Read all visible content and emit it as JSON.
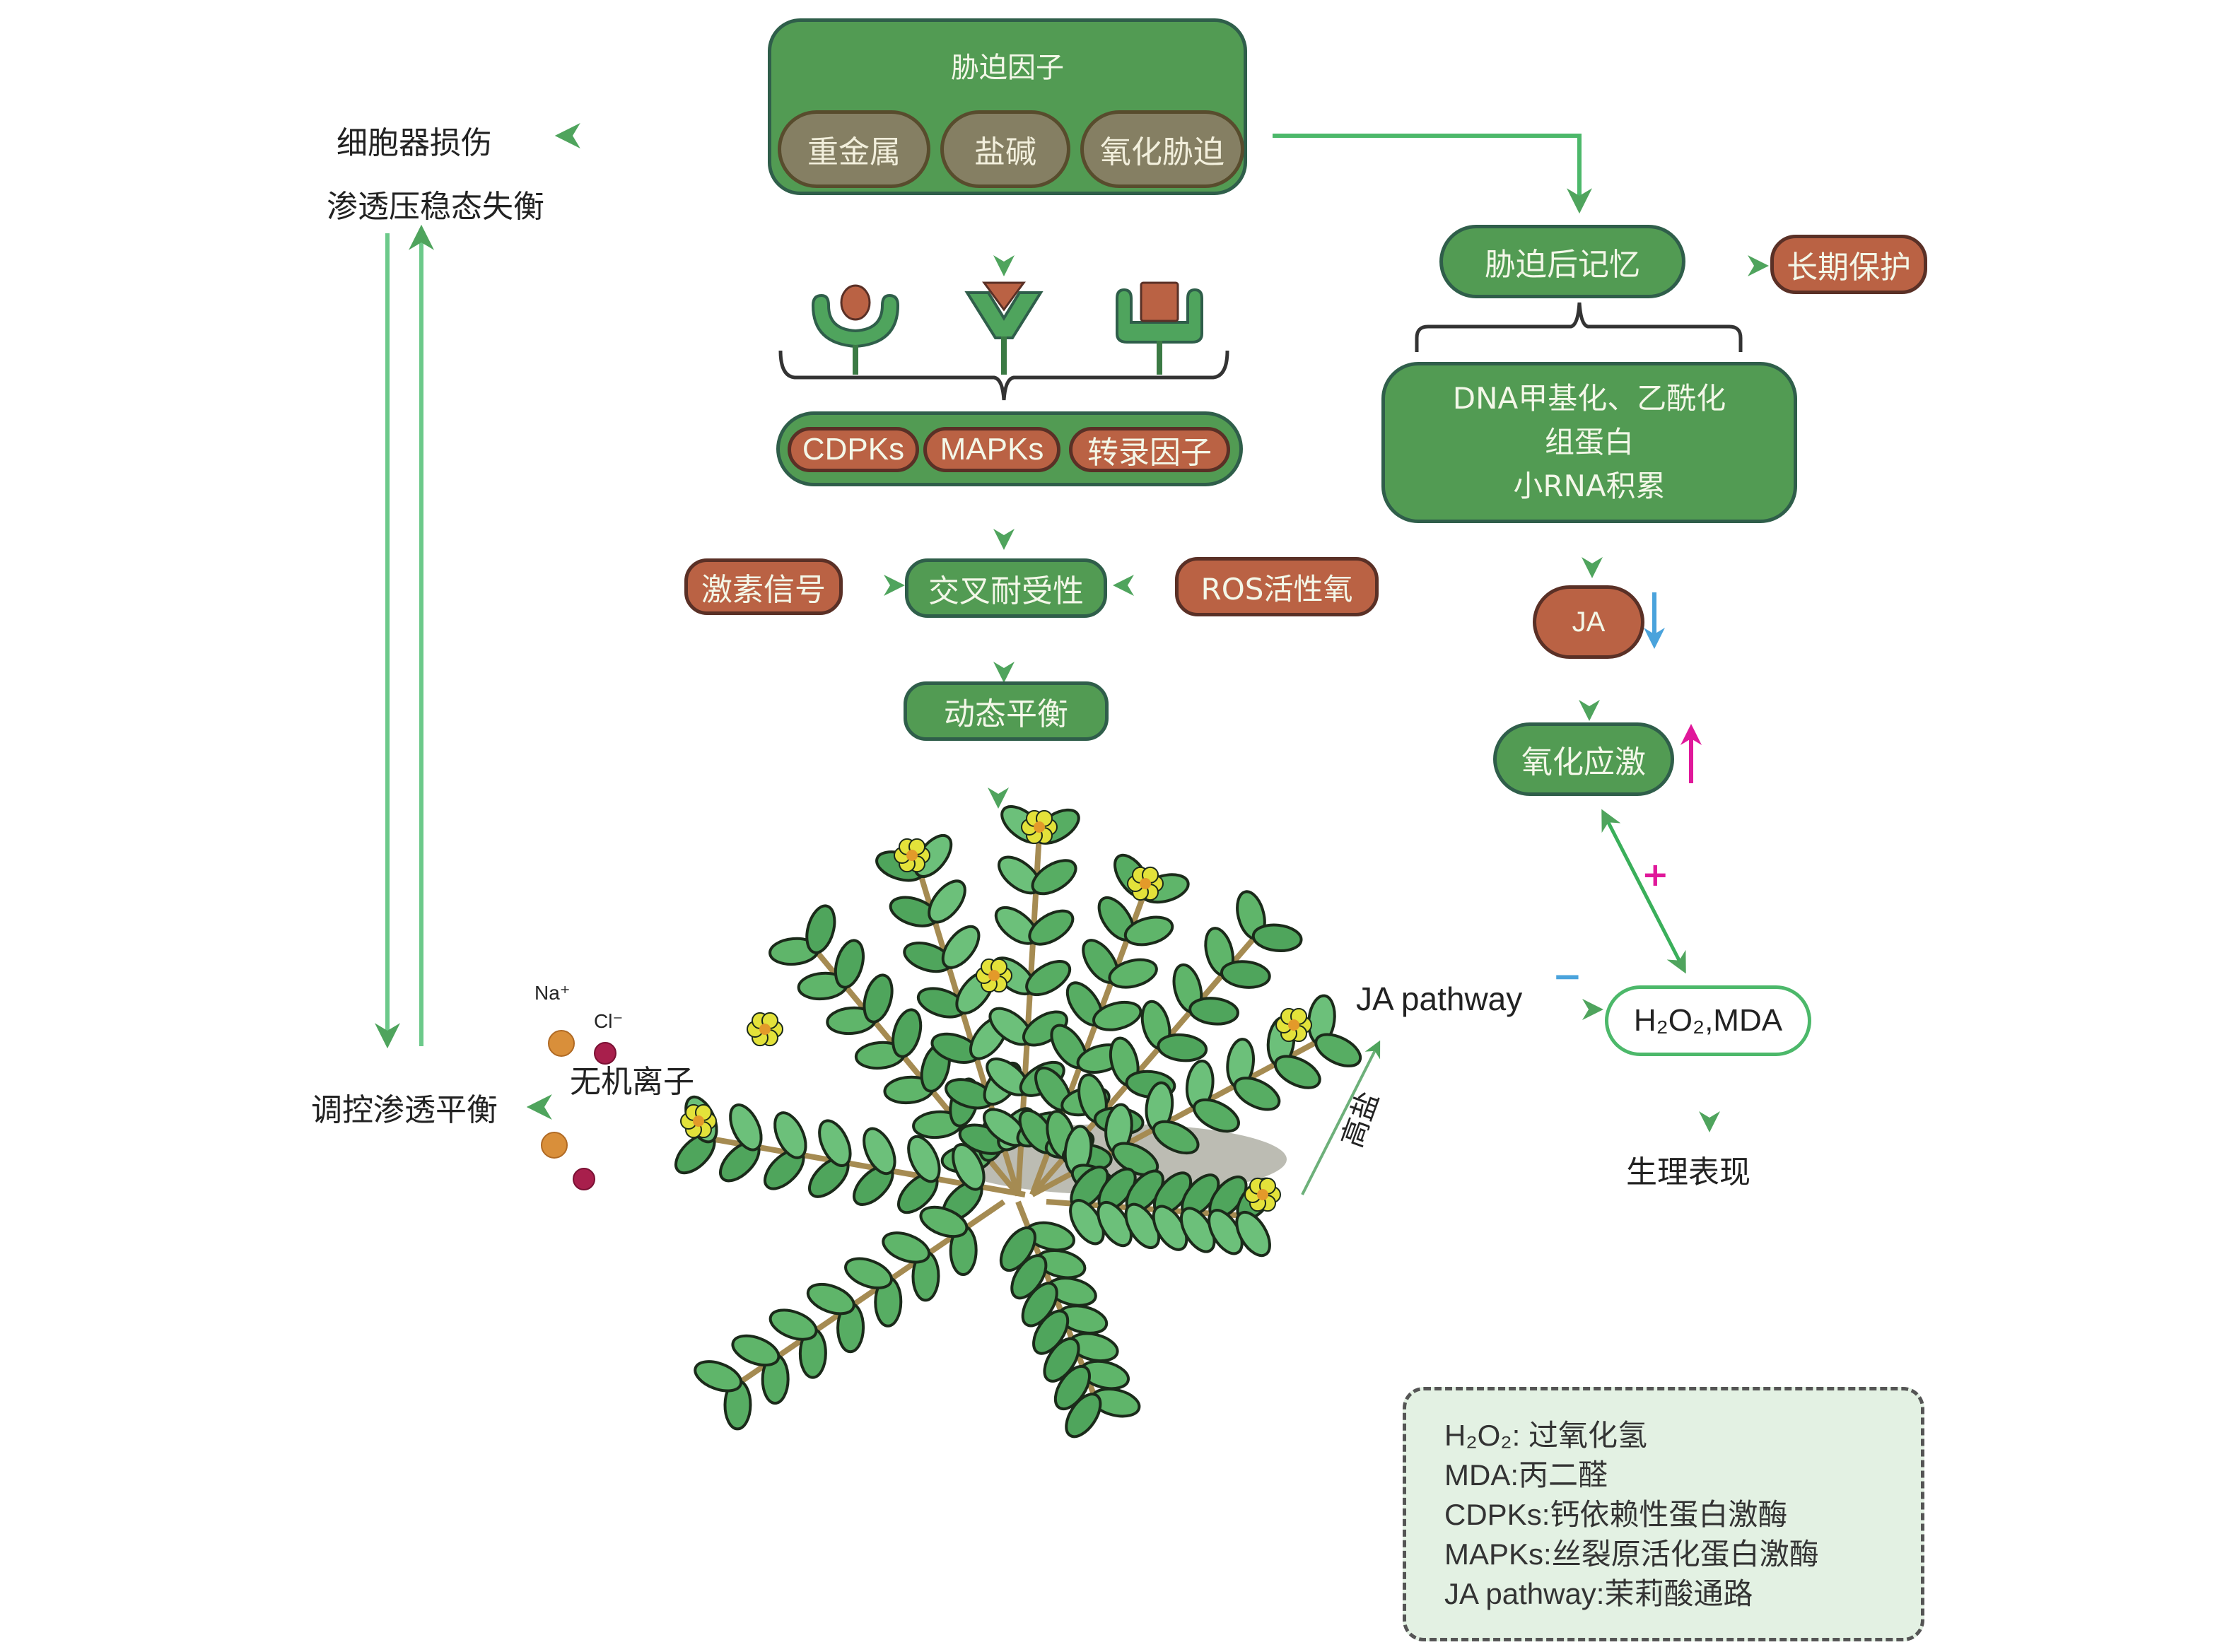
{
  "stress_factors": {
    "title": "胁迫因子",
    "items": [
      "重金属",
      "盐碱",
      "氧化胁迫"
    ]
  },
  "left_effects": {
    "organelle_damage": "细胞器损伤",
    "osmotic_imbalance": "渗透压稳态失衡",
    "regulate_osmotic": "调控渗透平衡",
    "inorganic_ions": "无机离子",
    "ion_na": "Na⁺",
    "ion_cl": "Cl⁻"
  },
  "signaling": {
    "kinases": [
      "CDPKs",
      "MAPKs",
      "转录因子"
    ],
    "hormone_signal": "激素信号",
    "cross_tolerance": "交叉耐受性",
    "ros": "ROS活性氧",
    "dynamic_balance": "动态平衡"
  },
  "memory": {
    "post_stress_memory": "胁迫后记忆",
    "long_term_protection": "长期保护",
    "epigenetic_lines": [
      "DNA甲基化、乙酰化",
      "组蛋白",
      "小RNA积累"
    ],
    "ja": "JA",
    "ja_trend": "down",
    "oxidative_stress": "氧化应激",
    "oxidative_trend": "up",
    "plus_sign": "+",
    "minus_sign": "−"
  },
  "ja_branch": {
    "ja_pathway": "JA pathway",
    "h2o2_mda": "H₂O₂,MDA",
    "physiology": "生理表现",
    "high_salt": "高盐"
  },
  "legend": {
    "lines": [
      "H₂O₂:  过氧化氢",
      "MDA:丙二醛",
      "CDPKs:钙依赖性蛋白激酶",
      "MAPKs:丝裂原活化蛋白激酶",
      "JA pathway:茉莉酸通路"
    ]
  },
  "colors": {
    "node_green": "#529b53",
    "node_red": "#ba6244",
    "node_olive": "#857f63",
    "arrow_green": "#4cb86a",
    "down_blue": "#4aa3dc",
    "up_magenta": "#e0189a",
    "legend_bg": "#e3f1e3"
  }
}
